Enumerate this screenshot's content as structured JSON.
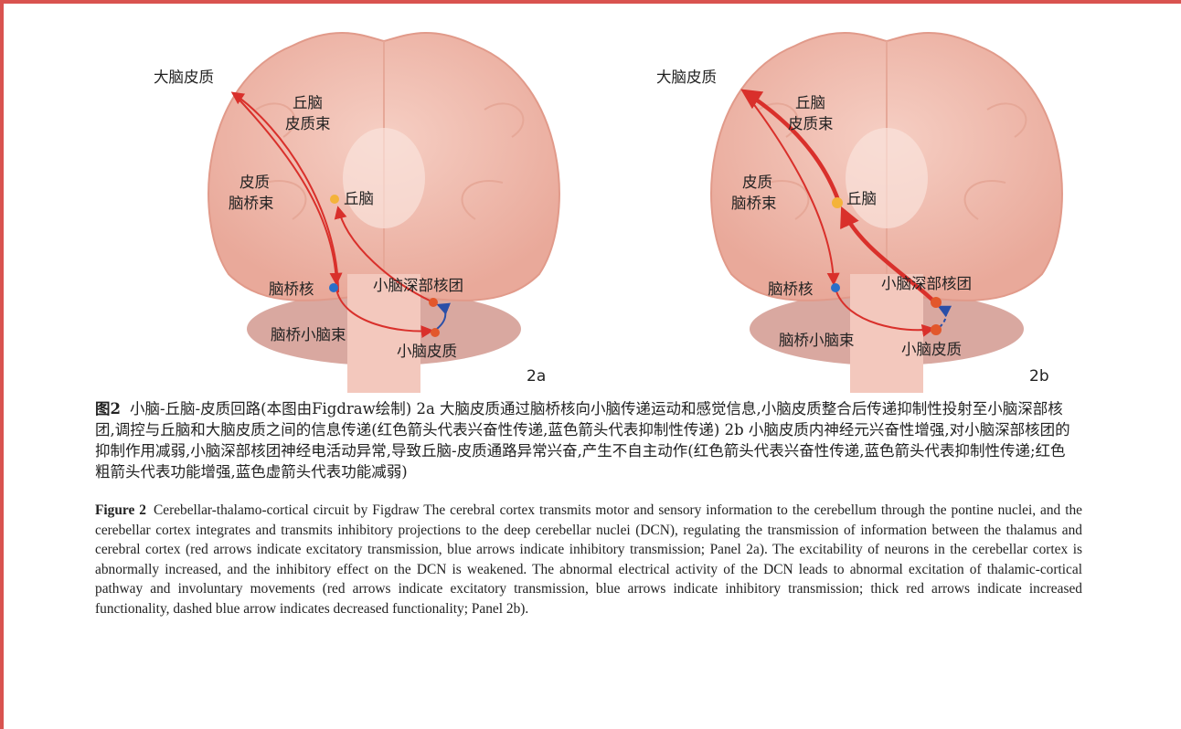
{
  "panels": [
    {
      "id": "2a",
      "panel_label": "2a",
      "labels": {
        "cerebral_cortex": "大脑皮质",
        "thalamocortical_tract": [
          "丘脑",
          "皮质束"
        ],
        "corticopontine_tract": [
          "皮质",
          "脑桥束"
        ],
        "thalamus": "丘脑",
        "pontine_nucleus": "脑桥核",
        "dcn": "小脑深部核团",
        "pontocerebellar_tract": "脑桥小脑束",
        "cerebellar_cortex": "小脑皮质"
      }
    },
    {
      "id": "2b",
      "panel_label": "2b",
      "labels": {
        "cerebral_cortex": "大脑皮质",
        "thalamocortical_tract": [
          "丘脑",
          "皮质束"
        ],
        "corticopontine_tract": [
          "皮质",
          "脑桥束"
        ],
        "thalamus": "丘脑",
        "pontine_nucleus": "脑桥核",
        "dcn": "小脑深部核团",
        "pontocerebellar_tract": "脑桥小脑束",
        "cerebellar_cortex": "小脑皮质"
      }
    }
  ],
  "colors": {
    "excitatory_arrow": "#d9302b",
    "inhibitory_arrow": "#2a4fa8",
    "thalamus_dot": "#f4b33a",
    "pontine_dot": "#2a6fc8",
    "cerebellar_dot": "#e2572b",
    "frame_line": "#d9534f"
  },
  "caption_zh": {
    "figure_no": "图2",
    "text": "小脑-丘脑-皮质回路(本图由Figdraw绘制)   2a   大脑皮质通过脑桥核向小脑传递运动和感觉信息,小脑皮质整合后传递抑制性投射至小脑深部核团,调控与丘脑和大脑皮质之间的信息传递(红色箭头代表兴奋性传递,蓝色箭头代表抑制性传递)   2b   小脑皮质内神经元兴奋性增强,对小脑深部核团的抑制作用减弱,小脑深部核团神经电活动异常,导致丘脑-皮质通路异常兴奋,产生不自主动作(红色箭头代表兴奋性传递,蓝色箭头代表抑制性传递;红色粗箭头代表功能增强,蓝色虚箭头代表功能减弱)"
  },
  "caption_en": {
    "figure_no": "Figure 2",
    "text": "Cerebellar-thalamo-cortical circuit by Figdraw   The cerebral cortex transmits motor and sensory information to the cerebellum through the pontine nuclei, and the cerebellar cortex integrates and transmits inhibitory projections to the deep cerebellar nuclei (DCN), regulating the transmission of information between the thalamus and cerebral cortex (red arrows indicate excitatory transmission, blue arrows indicate inhibitory transmission; Panel 2a).  The excitability of neurons in the cerebellar cortex is abnormally increased, and the inhibitory effect on the DCN is weakened.  The abnormal electrical activity of the DCN leads to abnormal excitation of thalamic-cortical pathway and involuntary movements (red arrows indicate excitatory transmission, blue arrows indicate inhibitory transmission; thick red arrows indicate increased functionality, dashed blue arrow indicates decreased functionality; Panel 2b)."
  }
}
